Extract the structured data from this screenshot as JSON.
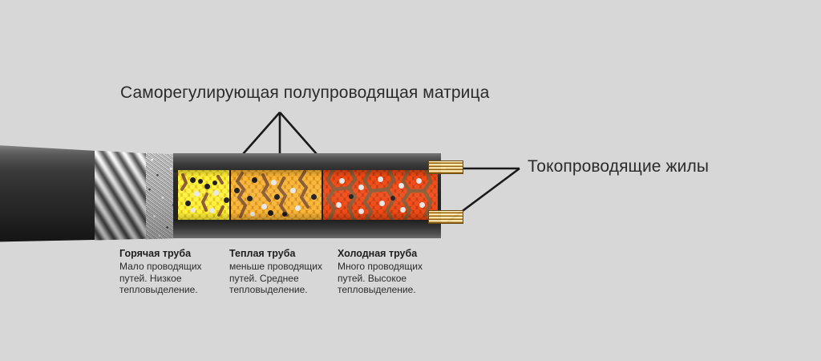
{
  "background_color": "#d7d7d7",
  "annotations": {
    "matrix_label": "Саморегулирующая полупроводящая матрица",
    "conductors_label": "Токопроводящие жилы"
  },
  "captions": [
    {
      "id": "hot",
      "title": "Горячая труба",
      "body": "Мало проводящих путей. Низкое тепловыделение.",
      "segment_color": "#fff23a"
    },
    {
      "id": "warm",
      "title": "Теплая труба",
      "body": "меньше проводящих путей. Среднее тепловыделение.",
      "segment_color": "#f7b63a"
    },
    {
      "id": "cold",
      "title": "Холодная труба",
      "body": "Много проводящих путей. Высокое тепловыделение.",
      "segment_color": "#f04a16"
    }
  ],
  "cable": {
    "layers": [
      {
        "name": "outer-jacket",
        "color": "#262626"
      },
      {
        "name": "metallic-braid",
        "color": "#e8e8e8"
      },
      {
        "name": "inner-insulation",
        "color": "#b3b3b3"
      },
      {
        "name": "semiconducting-matrix",
        "color": "#241a12"
      },
      {
        "name": "bus-conductor",
        "color": "#c79533"
      }
    ],
    "conductor_count": 2
  },
  "chart_data": {
    "type": "diagram",
    "title": "Саморегулирующая полупроводящая матрица",
    "description": "Поперечный разрез саморегулирующего греющего кабеля с тремя зонами матрицы",
    "segments": [
      {
        "label": "Горячая труба",
        "conductive_paths": "мало",
        "heat_output": "Низкое",
        "color": "#fff23a",
        "path_count": 5
      },
      {
        "label": "Теплая труба",
        "conductive_paths": "меньше",
        "heat_output": "Среднее",
        "color": "#f7b63a",
        "path_count": 8
      },
      {
        "label": "Холодная труба",
        "conductive_paths": "много",
        "heat_output": "Высокое",
        "color": "#f04a16",
        "path_count": 12
      }
    ]
  }
}
